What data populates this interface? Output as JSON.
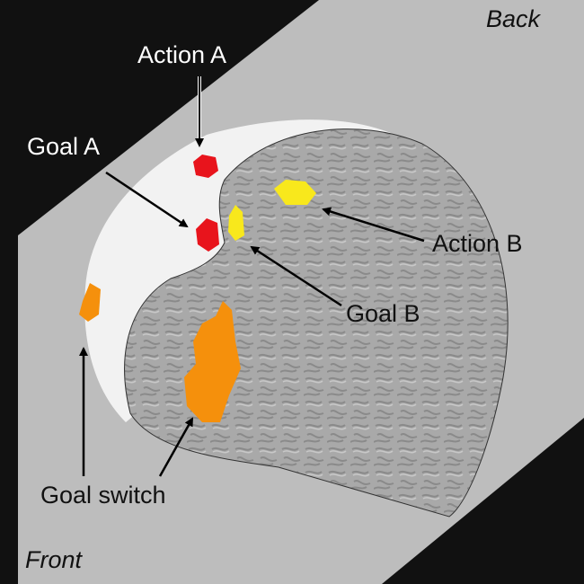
{
  "labels": {
    "back": "Back",
    "front": "Front",
    "action_a": "Action A",
    "goal_a": "Goal A",
    "action_b": "Action B",
    "goal_b": "Goal B",
    "goal_switch": "Goal switch"
  },
  "colors": {
    "background": "#111111",
    "plane": "#bdbdbd",
    "cortex": "#a8a8a8",
    "frontal": "#f2f2f2",
    "action_a": "#e8141c",
    "goal_a": "#e8141c",
    "action_b": "#f8e81c",
    "goal_b": "#f8e81c",
    "goal_switch": "#f5900c"
  }
}
